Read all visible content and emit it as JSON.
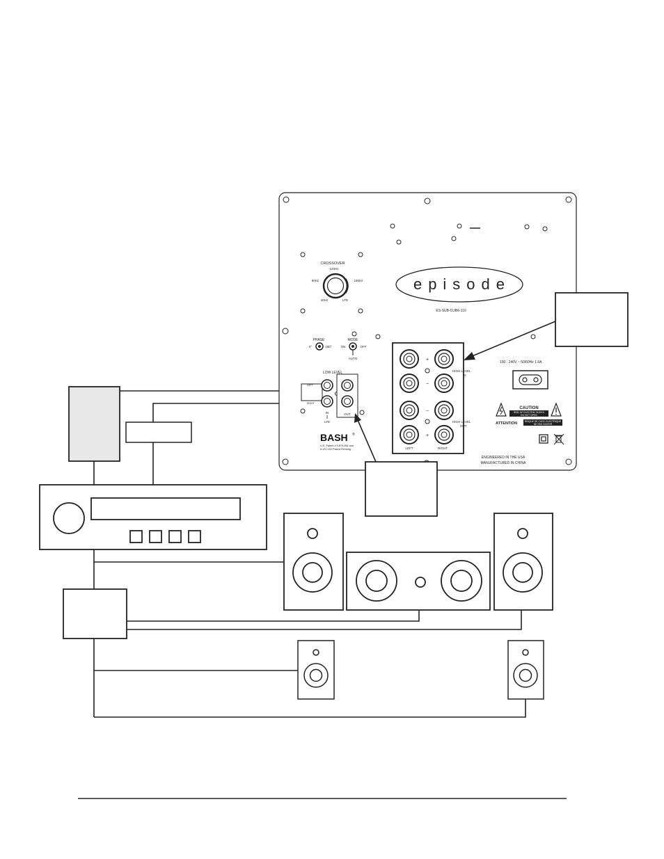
{
  "panel": {
    "logo": "episode",
    "model": "ES-SUB-CUB6-110",
    "crossover": {
      "label": "CROSSOVER",
      "top": "120Hz",
      "left": "80Hz",
      "right": "160Hz",
      "bottom_left": "40Hz",
      "bottom_right": "LFE"
    },
    "phase": {
      "label": "PHASE",
      "left": "0°",
      "right": "180°"
    },
    "mode": {
      "label": "MODE",
      "on": "ON",
      "off": "OFF",
      "auto": "AUTO"
    },
    "low_level": {
      "label": "LOW LEVEL",
      "left": "LEFT",
      "right": "RIGHT",
      "in": "IN",
      "lfe": "LFE",
      "out": "OUT"
    },
    "high_level": {
      "in_label_1": "HIGH LEVEL",
      "in_label_2": "IN",
      "out_label_1": "HIGH LEVEL",
      "out_label_2": "OUT",
      "left": "LEFT",
      "right": "RIGHT",
      "polarity": [
        "+",
        "−",
        "−",
        "+"
      ]
    },
    "power": {
      "rating": "100 - 240V   ~ 50/60Hz 1.6A"
    },
    "caution": {
      "title": "CAUTION",
      "line1": "RISK OF ELECTRIC SHOCK",
      "line2": "DO NOT OPEN",
      "attention": "ATTENTION",
      "attention_text_1": "RISQUE DE CHOC ELECTRIQUE",
      "attention_text_2": "NE PAS OUVRIR"
    },
    "bash": {
      "logo": "BASH",
      "reg": "®",
      "patent_1": "U.S. Patent # 5,875,054 and",
      "patent_2": "5,191,152     Patent Pending"
    },
    "engineered": "ENGINEERED IN THE USA",
    "manufactured": "MANUFACTURED IN CHINA"
  }
}
